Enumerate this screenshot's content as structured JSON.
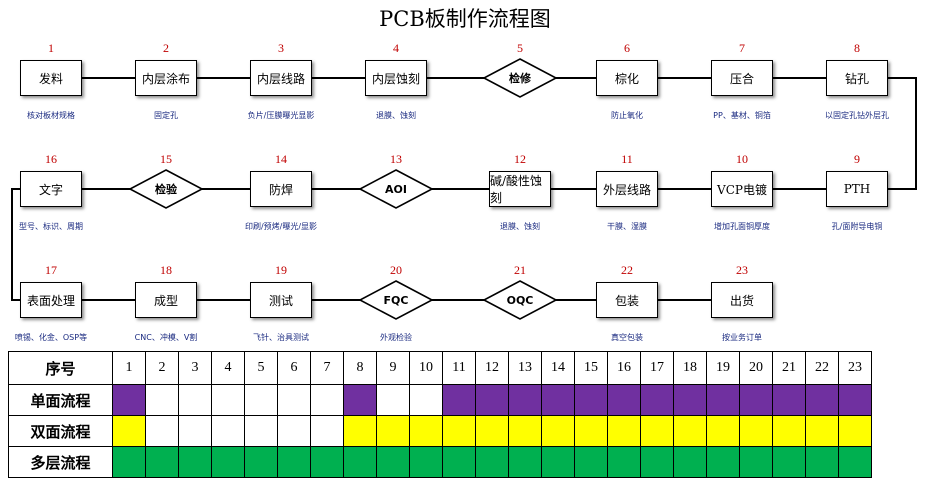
{
  "title": "PCB板制作流程图",
  "steps": [
    {
      "n": "1",
      "label": "发料",
      "note": "核对板材规格",
      "shape": "box"
    },
    {
      "n": "2",
      "label": "内层涂布",
      "note": "固定孔",
      "shape": "box"
    },
    {
      "n": "3",
      "label": "内层线路",
      "note": "负片/压膜曝光显影",
      "shape": "box"
    },
    {
      "n": "4",
      "label": "内层蚀刻",
      "note": "退膜、蚀刻",
      "shape": "box"
    },
    {
      "n": "5",
      "label": "检修",
      "note": "",
      "shape": "diamond"
    },
    {
      "n": "6",
      "label": "棕化",
      "note": "防止氧化",
      "shape": "box"
    },
    {
      "n": "7",
      "label": "压合",
      "note": "PP、基材、铜箔",
      "shape": "box"
    },
    {
      "n": "8",
      "label": "钻孔",
      "note": "以固定孔钻外层孔",
      "shape": "box"
    },
    {
      "n": "9",
      "label": "PTH",
      "note": "孔/面附导电铜",
      "shape": "box"
    },
    {
      "n": "10",
      "label": "VCP电镀",
      "note": "增加孔面铜厚度",
      "shape": "box"
    },
    {
      "n": "11",
      "label": "外层线路",
      "note": "干膜、湿膜",
      "shape": "box"
    },
    {
      "n": "12",
      "label": "碱/酸性蚀刻",
      "note": "退膜、蚀刻",
      "shape": "box"
    },
    {
      "n": "13",
      "label": "AOI",
      "note": "",
      "shape": "diamond"
    },
    {
      "n": "14",
      "label": "防焊",
      "note": "印刷/预烤/曝光/显影",
      "shape": "box"
    },
    {
      "n": "15",
      "label": "检验",
      "note": "",
      "shape": "diamond"
    },
    {
      "n": "16",
      "label": "文字",
      "note": "型号、标识、周期",
      "shape": "box"
    },
    {
      "n": "17",
      "label": "表面处理",
      "note": "喷锡、化金、OSP等",
      "shape": "box"
    },
    {
      "n": "18",
      "label": "成型",
      "note": "CNC、冲模、V割",
      "shape": "box"
    },
    {
      "n": "19",
      "label": "测试",
      "note": "飞针、治具测试",
      "shape": "box"
    },
    {
      "n": "20",
      "label": "FQC",
      "note": "外观检验",
      "shape": "diamond"
    },
    {
      "n": "21",
      "label": "OQC",
      "note": "",
      "shape": "diamond"
    },
    {
      "n": "22",
      "label": "包装",
      "note": "真空包装",
      "shape": "box"
    },
    {
      "n": "23",
      "label": "出货",
      "note": "按业务订单",
      "shape": "box"
    }
  ],
  "table": {
    "header_label": "序号",
    "columns": [
      "1",
      "2",
      "3",
      "4",
      "5",
      "6",
      "7",
      "8",
      "9",
      "10",
      "11",
      "12",
      "13",
      "14",
      "15",
      "16",
      "17",
      "18",
      "19",
      "20",
      "21",
      "22",
      "23"
    ],
    "rows": [
      {
        "label": "单面流程",
        "color": "#7030a0",
        "cells": [
          1,
          0,
          0,
          0,
          0,
          0,
          0,
          1,
          0,
          0,
          1,
          1,
          1,
          1,
          1,
          1,
          1,
          1,
          1,
          1,
          1,
          1,
          1
        ]
      },
      {
        "label": "双面流程",
        "color": "#ffff00",
        "cells": [
          1,
          0,
          0,
          0,
          0,
          0,
          0,
          1,
          1,
          1,
          1,
          1,
          1,
          1,
          1,
          1,
          1,
          1,
          1,
          1,
          1,
          1,
          1
        ]
      },
      {
        "label": "多层流程",
        "color": "#00b050",
        "cells": [
          1,
          1,
          1,
          1,
          1,
          1,
          1,
          1,
          1,
          1,
          1,
          1,
          1,
          1,
          1,
          1,
          1,
          1,
          1,
          1,
          1,
          1,
          1
        ]
      }
    ]
  }
}
